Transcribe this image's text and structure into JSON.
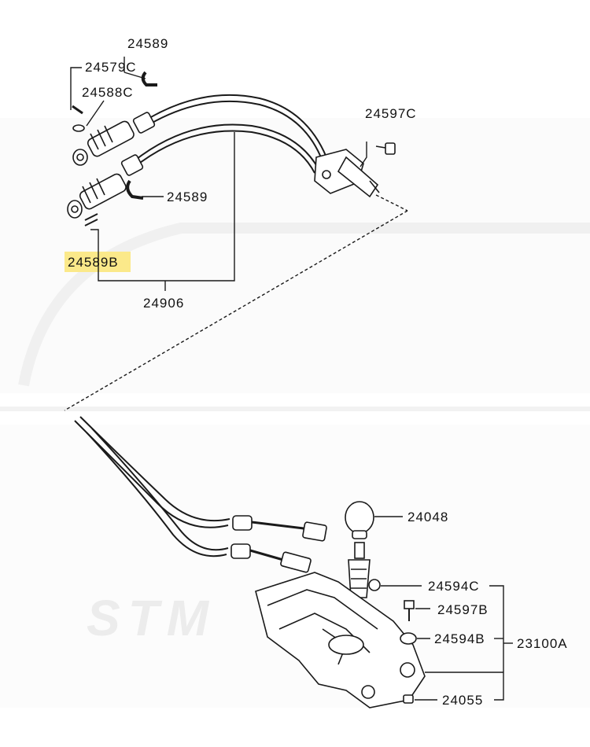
{
  "labels": {
    "p24589_top": "24589",
    "p24579C": "24579C",
    "p24588C": "24588C",
    "p24597C": "24597C",
    "p24589_mid": "24589",
    "p24589B": "24589B",
    "p24906": "24906",
    "p24048": "24048",
    "p24594C": "24594C",
    "p24597B": "24597B",
    "p24594B": "24594B",
    "p23100A": "23100A",
    "p24055": "24055"
  },
  "watermark": {
    "text": "STM"
  },
  "colors": {
    "line": "#1a1a1a",
    "highlight": "#fbe98a",
    "watermark": "#ececec"
  }
}
